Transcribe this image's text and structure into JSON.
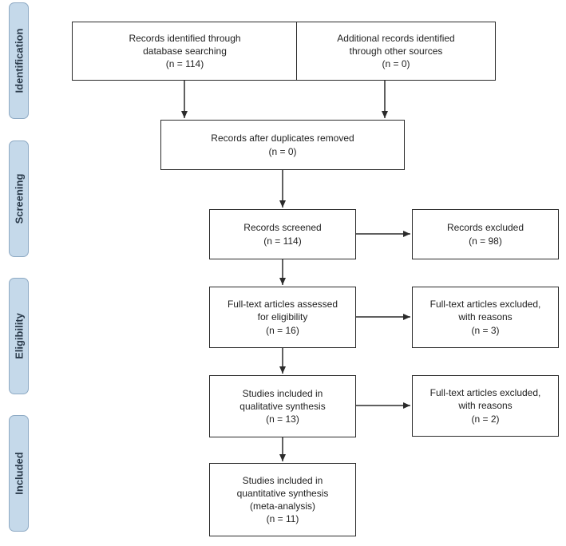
{
  "phases": {
    "identification": "Identification",
    "screening": "Screening",
    "eligibility": "Eligibility",
    "included": "Included"
  },
  "boxes": {
    "database_search": {
      "line1": "Records identified through",
      "line2": "database searching",
      "count": "(n = 114)"
    },
    "other_sources": {
      "line1": "Additional records identified",
      "line2": "through other sources",
      "count": "(n = 0)"
    },
    "duplicates_removed": {
      "line1": "Records after duplicates removed",
      "count": "(n = 0)"
    },
    "screened": {
      "line1": "Records screened",
      "count": "(n = 114)"
    },
    "excluded": {
      "line1": "Records excluded",
      "count": "(n = 98)"
    },
    "fulltext_assessed": {
      "line1": "Full-text articles assessed",
      "line2": "for eligibility",
      "count": "(n = 16)"
    },
    "fulltext_excluded_1": {
      "line1": "Full-text articles excluded,",
      "line2": "with reasons",
      "count": "(n = 3)"
    },
    "qualitative": {
      "line1": "Studies included in",
      "line2": "qualitative synthesis",
      "count": "(n = 13)"
    },
    "fulltext_excluded_2": {
      "line1": "Full-text articles excluded,",
      "line2": "with reasons",
      "count": "(n = 2)"
    },
    "quantitative": {
      "line1": "Studies included in",
      "line2": "quantitative synthesis",
      "line3": "(meta-analysis)",
      "count": "(n = 11)"
    }
  }
}
